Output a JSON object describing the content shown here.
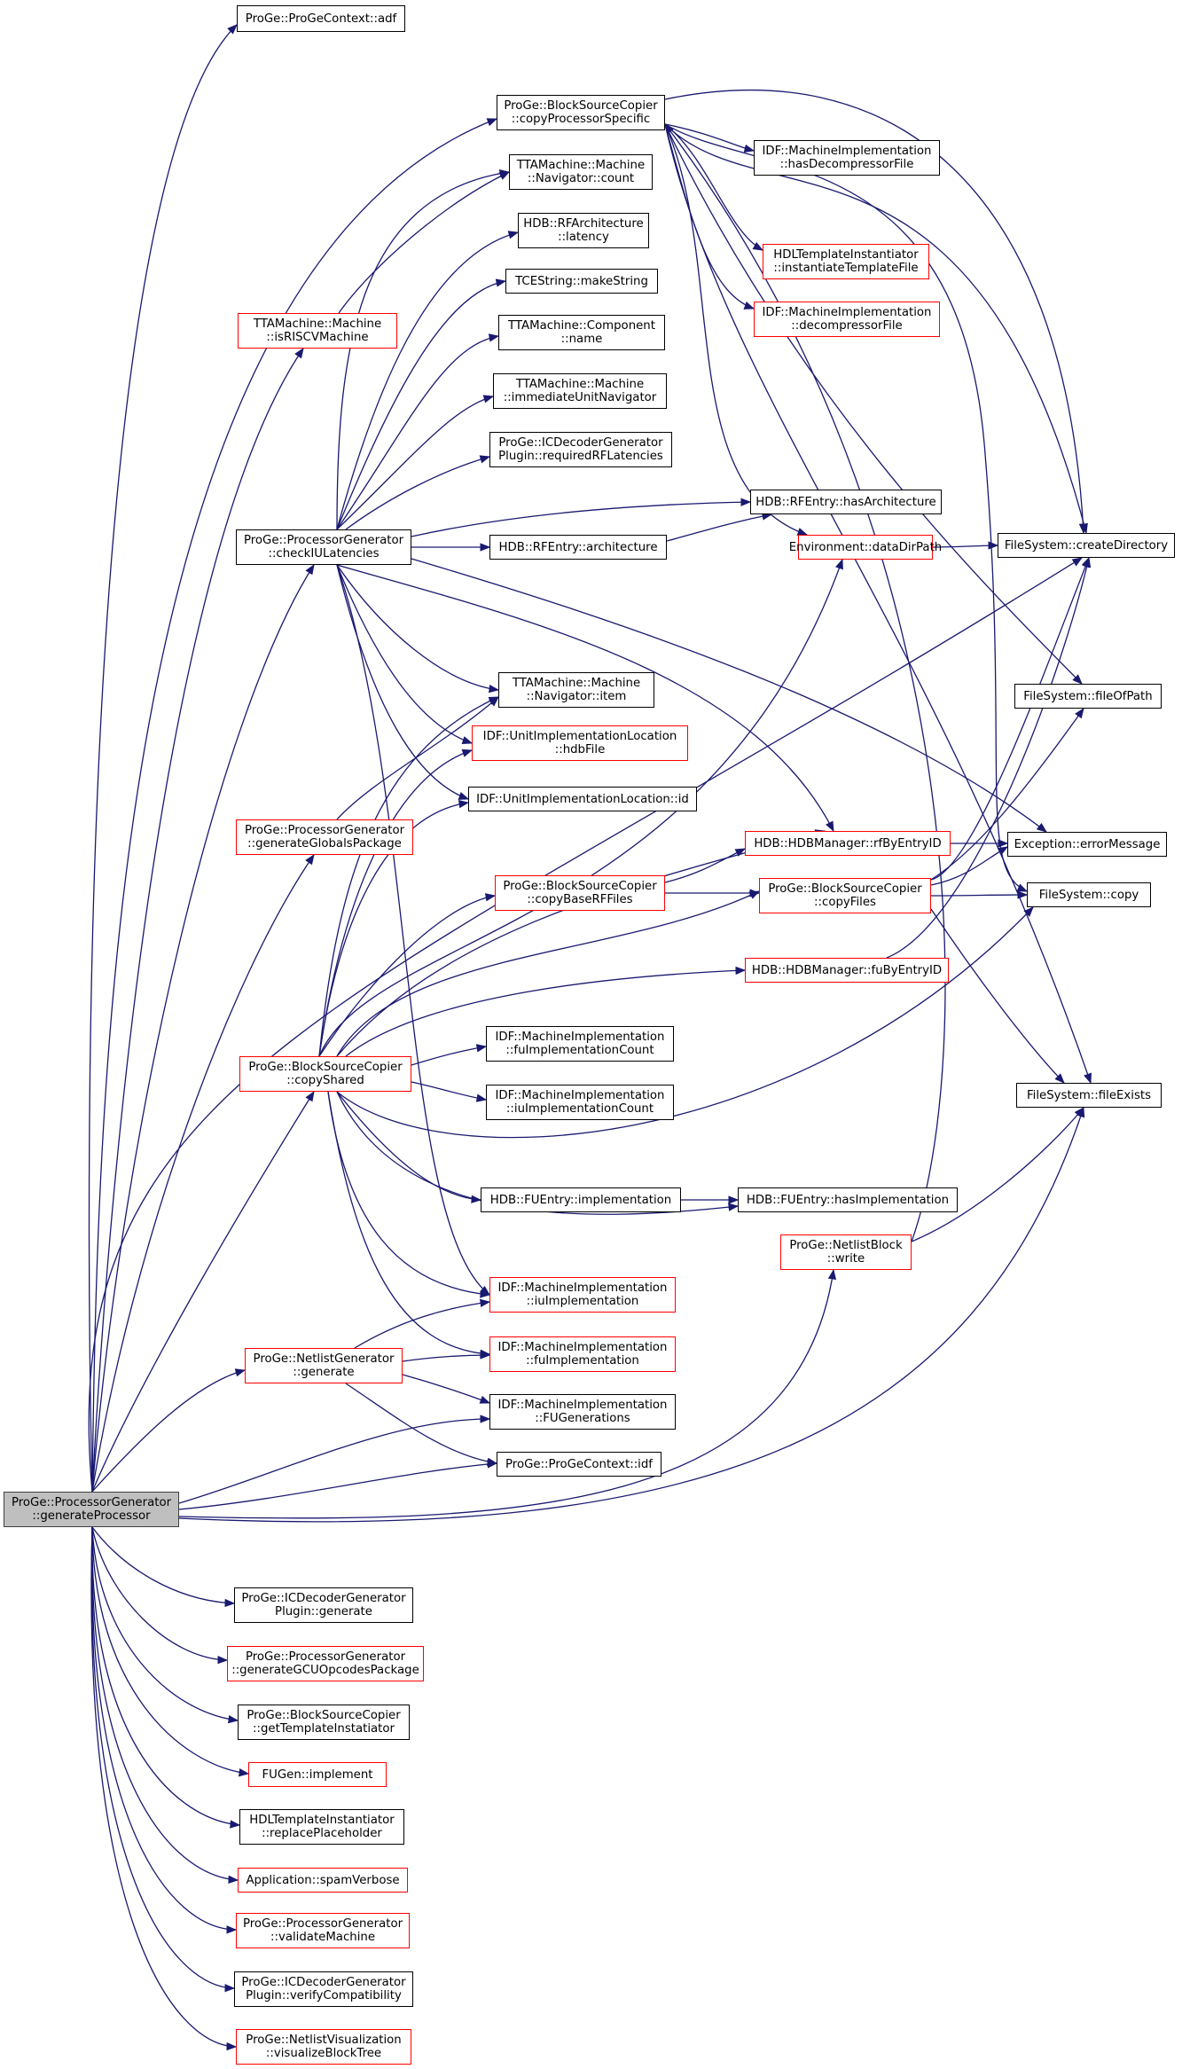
{
  "colors": {
    "edge": "#191970",
    "border_default": "#000000",
    "border_incomplete": "#ff0000",
    "root_fill": "#bfbfbf"
  },
  "nodes": [
    {
      "id": "root",
      "lines": [
        "ProGe::ProcessorGenerator",
        "::generateProcessor"
      ],
      "style": "root"
    },
    {
      "id": "adf",
      "lines": [
        "ProGe::ProGeContext::adf"
      ],
      "style": "normal"
    },
    {
      "id": "copyProc",
      "lines": [
        "ProGe::BlockSourceCopier",
        "::copyProcessorSpecific"
      ],
      "style": "normal"
    },
    {
      "id": "navCount",
      "lines": [
        "TTAMachine::Machine",
        "::Navigator::count"
      ],
      "style": "normal"
    },
    {
      "id": "rfLatency",
      "lines": [
        "HDB::RFArchitecture",
        "::latency"
      ],
      "style": "normal"
    },
    {
      "id": "makeString",
      "lines": [
        "TCEString::makeString"
      ],
      "style": "normal"
    },
    {
      "id": "compName",
      "lines": [
        "TTAMachine::Component",
        "::name"
      ],
      "style": "normal"
    },
    {
      "id": "immNav",
      "lines": [
        "TTAMachine::Machine",
        "::immediateUnitNavigator"
      ],
      "style": "normal"
    },
    {
      "id": "reqRF",
      "lines": [
        "ProGe::ICDecoderGenerator",
        "Plugin::requiredRFLatencies"
      ],
      "style": "normal"
    },
    {
      "id": "isRISCV",
      "lines": [
        "TTAMachine::Machine",
        "::isRISCVMachine"
      ],
      "style": "red"
    },
    {
      "id": "checkIU",
      "lines": [
        "ProGe::ProcessorGenerator",
        "::checkIULatencies"
      ],
      "style": "normal"
    },
    {
      "id": "rfHasArch",
      "lines": [
        "HDB::RFEntry::hasArchitecture"
      ],
      "style": "normal"
    },
    {
      "id": "rfArch",
      "lines": [
        "HDB::RFEntry::architecture"
      ],
      "style": "normal"
    },
    {
      "id": "dataDir",
      "lines": [
        "Environment::dataDirPath"
      ],
      "style": "red"
    },
    {
      "id": "createDir",
      "lines": [
        "FileSystem::createDirectory"
      ],
      "style": "normal"
    },
    {
      "id": "hasDecomp",
      "lines": [
        "IDF::MachineImplementation",
        "::hasDecompressorFile"
      ],
      "style": "normal"
    },
    {
      "id": "instTempl",
      "lines": [
        "HDLTemplateInstantiator",
        "::instantiateTemplateFile"
      ],
      "style": "red"
    },
    {
      "id": "decompFile",
      "lines": [
        "IDF::MachineImplementation",
        "::decompressorFile"
      ],
      "style": "red"
    },
    {
      "id": "navItem",
      "lines": [
        "TTAMachine::Machine",
        "::Navigator::item"
      ],
      "style": "normal"
    },
    {
      "id": "hdbFile",
      "lines": [
        "IDF::UnitImplementationLocation",
        "::hdbFile"
      ],
      "style": "red"
    },
    {
      "id": "uilId",
      "lines": [
        "IDF::UnitImplementationLocation::id"
      ],
      "style": "normal"
    },
    {
      "id": "fileOfPath",
      "lines": [
        "FileSystem::fileOfPath"
      ],
      "style": "normal"
    },
    {
      "id": "genGlobals",
      "lines": [
        "ProGe::ProcessorGenerator",
        "::generateGlobalsPackage"
      ],
      "style": "red"
    },
    {
      "id": "rfByEntry",
      "lines": [
        "HDB::HDBManager::rfByEntryID"
      ],
      "style": "red"
    },
    {
      "id": "errMsg",
      "lines": [
        "Exception::errorMessage"
      ],
      "style": "normal"
    },
    {
      "id": "copyBaseRF",
      "lines": [
        "ProGe::BlockSourceCopier",
        "::copyBaseRFFiles"
      ],
      "style": "red"
    },
    {
      "id": "copyFiles",
      "lines": [
        "ProGe::BlockSourceCopier",
        "::copyFiles"
      ],
      "style": "red"
    },
    {
      "id": "fsCopy",
      "lines": [
        "FileSystem::copy"
      ],
      "style": "normal"
    },
    {
      "id": "fuByEntry",
      "lines": [
        "HDB::HDBManager::fuByEntryID"
      ],
      "style": "red"
    },
    {
      "id": "copyShared",
      "lines": [
        "ProGe::BlockSourceCopier",
        "::copyShared"
      ],
      "style": "red"
    },
    {
      "id": "fuImplCount",
      "lines": [
        "IDF::MachineImplementation",
        "::fuImplementationCount"
      ],
      "style": "normal"
    },
    {
      "id": "iuImplCount",
      "lines": [
        "IDF::MachineImplementation",
        "::iuImplementationCount"
      ],
      "style": "normal"
    },
    {
      "id": "fileExists",
      "lines": [
        "FileSystem::fileExists"
      ],
      "style": "normal"
    },
    {
      "id": "fuImplementation",
      "lines": [
        "HDB::FUEntry::implementation"
      ],
      "style": "normal"
    },
    {
      "id": "fuHasImpl",
      "lines": [
        "HDB::FUEntry::hasImplementation"
      ],
      "style": "normal"
    },
    {
      "id": "nlWrite",
      "lines": [
        "ProGe::NetlistBlock",
        "::write"
      ],
      "style": "red"
    },
    {
      "id": "iuImpl",
      "lines": [
        "IDF::MachineImplementation",
        "::iuImplementation"
      ],
      "style": "red"
    },
    {
      "id": "nlGen",
      "lines": [
        "ProGe::NetlistGenerator",
        "::generate"
      ],
      "style": "red"
    },
    {
      "id": "fuImpl",
      "lines": [
        "IDF::MachineImplementation",
        "::fuImplementation"
      ],
      "style": "red"
    },
    {
      "id": "fuGens",
      "lines": [
        "IDF::MachineImplementation",
        "::FUGenerations"
      ],
      "style": "normal"
    },
    {
      "id": "idf",
      "lines": [
        "ProGe::ProGeContext::idf"
      ],
      "style": "normal"
    },
    {
      "id": "icdGen",
      "lines": [
        "ProGe::ICDecoderGenerator",
        "Plugin::generate"
      ],
      "style": "normal"
    },
    {
      "id": "genGCU",
      "lines": [
        "ProGe::ProcessorGenerator",
        "::generateGCUOpcodesPackage"
      ],
      "style": "red"
    },
    {
      "id": "getTempl",
      "lines": [
        "ProGe::BlockSourceCopier",
        "::getTemplateInstatiator"
      ],
      "style": "normal"
    },
    {
      "id": "fugen",
      "lines": [
        "FUGen::implement"
      ],
      "style": "red"
    },
    {
      "id": "replPh",
      "lines": [
        "HDLTemplateInstantiator",
        "::replacePlaceholder"
      ],
      "style": "normal"
    },
    {
      "id": "spam",
      "lines": [
        "Application::spamVerbose"
      ],
      "style": "red"
    },
    {
      "id": "validate",
      "lines": [
        "ProGe::ProcessorGenerator",
        "::validateMachine"
      ],
      "style": "red"
    },
    {
      "id": "verify",
      "lines": [
        "ProGe::ICDecoderGenerator",
        "Plugin::verifyCompatibility"
      ],
      "style": "normal"
    },
    {
      "id": "visualize",
      "lines": [
        "ProGe::NetlistVisualization",
        "::visualizeBlockTree"
      ],
      "style": "red"
    }
  ]
}
